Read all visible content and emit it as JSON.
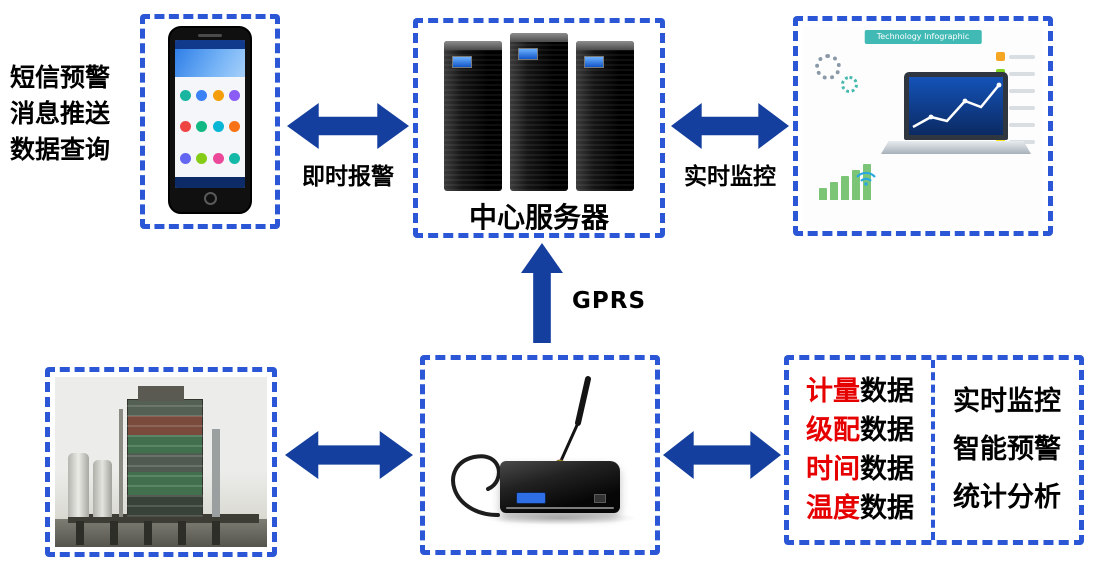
{
  "phone_panel": {
    "side_lines": [
      "短信预警",
      "消息推送",
      "数据查询"
    ]
  },
  "links": {
    "phone_server": "即时报警",
    "server_laptop": "实时监控",
    "gprs": "GPRS"
  },
  "server_panel": {
    "caption": "中心服务器"
  },
  "laptop_panel": {
    "banner": "Technology Infographic"
  },
  "data_panel": {
    "metrics": [
      {
        "highlight": "计量",
        "rest": "数据"
      },
      {
        "highlight": "级配",
        "rest": "数据"
      },
      {
        "highlight": "时间",
        "rest": "数据"
      },
      {
        "highlight": "温度",
        "rest": "数据"
      }
    ],
    "functions": [
      "实时监控",
      "智能预警",
      "统计分析"
    ]
  },
  "colors": {
    "dashed_border": "#2b57d6",
    "arrow": "#153f9e",
    "highlight_red": "#e60000"
  }
}
